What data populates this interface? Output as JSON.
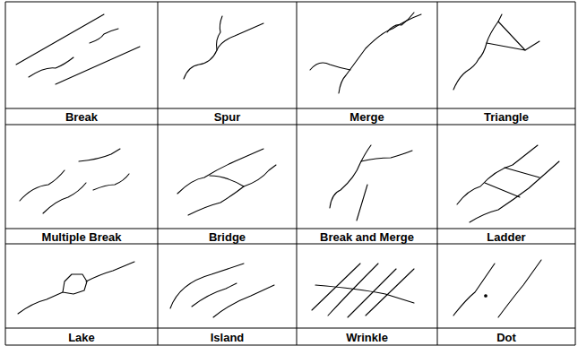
{
  "diagram": {
    "labels": [
      "Break",
      "Spur",
      "Merge",
      "Triangle",
      "Multiple Break",
      "Bridge",
      "Break and Merge",
      "Ladder",
      "Lake",
      "Island",
      "Wrinkle",
      "Dot"
    ]
  }
}
